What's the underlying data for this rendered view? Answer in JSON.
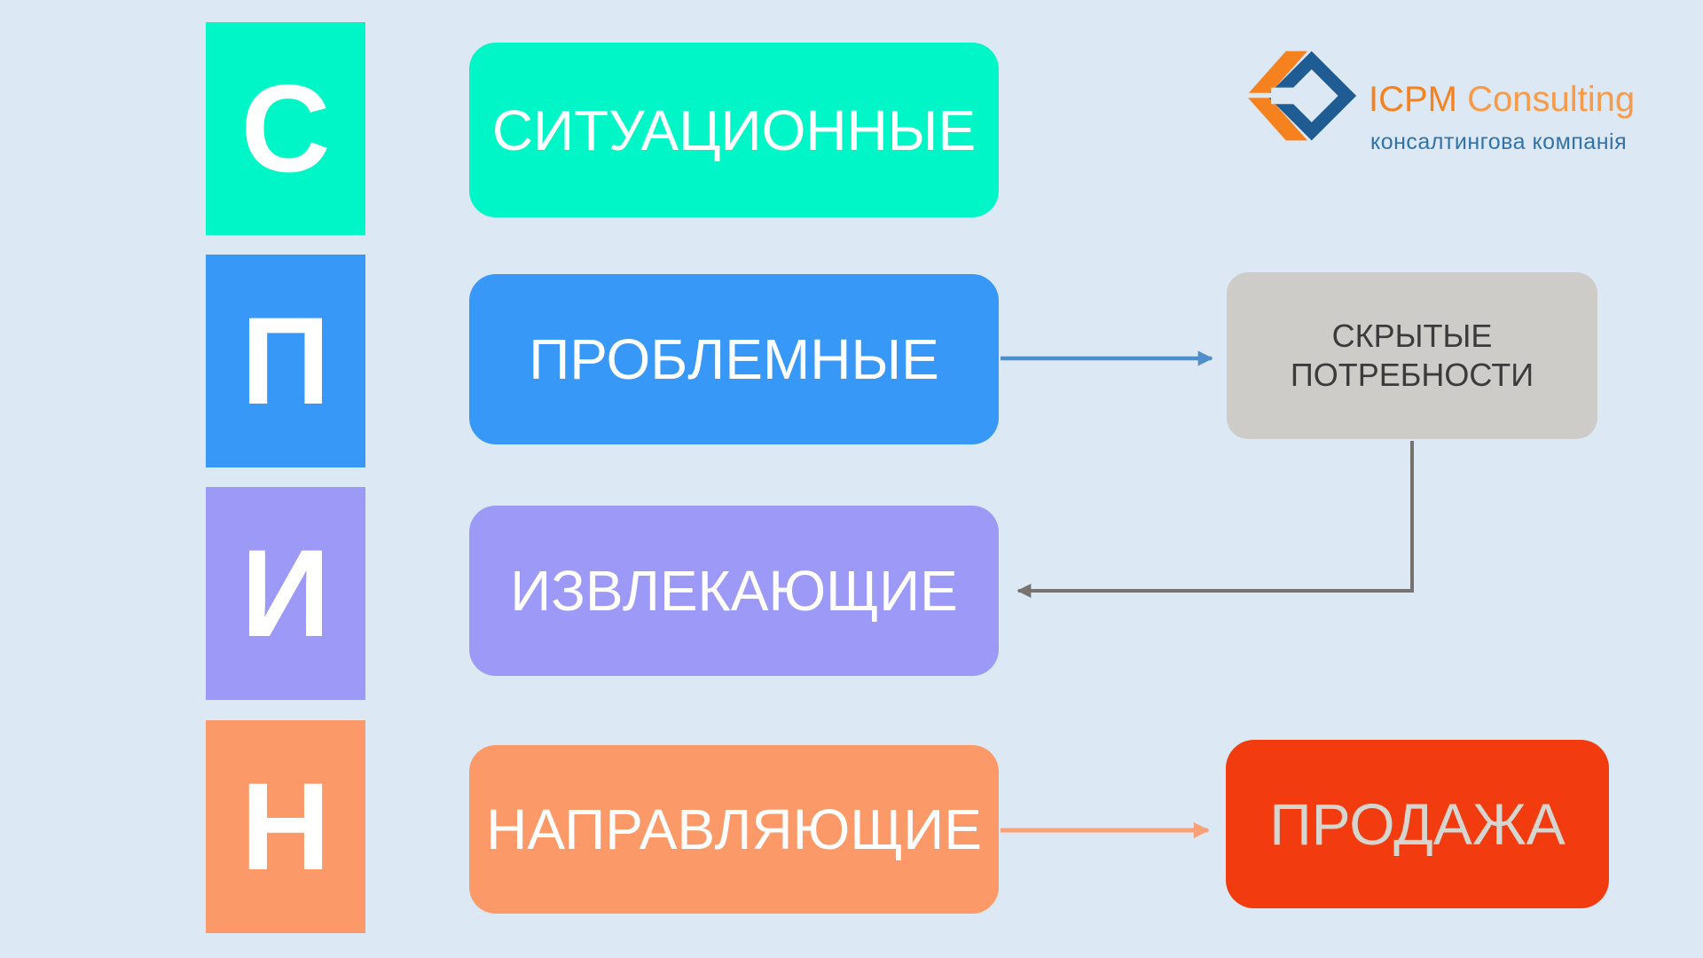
{
  "slide": {
    "background_color": "#dce8f3",
    "rows": [
      {
        "letter": "С",
        "label": "СИТУАЦИОННЫЕ",
        "color": "#00f6c6"
      },
      {
        "letter": "П",
        "label": "ПРОБЛЕМНЫЕ",
        "color": "#3898f8"
      },
      {
        "letter": "И",
        "label": "ИЗВЛЕКАЮЩИЕ",
        "color": "#9c99f7"
      },
      {
        "letter": "Н",
        "label": "НАПРАВЛЯЮЩИЕ",
        "color": "#fb9a68"
      }
    ],
    "hidden_needs_box": {
      "line1": "СКРЫТЫЕ",
      "line2": "ПОТРЕБНОСТИ",
      "color": "#cdccc9",
      "text_color": "#3b3b3b"
    },
    "sale_box": {
      "label": "ПРОДАЖА",
      "color": "#f23c0f",
      "text_color": "#d6d5d0"
    },
    "arrows": {
      "problem_to_hidden_color": "#4f8fcb",
      "hidden_to_implication_color": "#76726f",
      "guiding_to_sale_color": "#f9a077"
    },
    "logo": {
      "brand": "ICPM",
      "brand_suffix": "Consulting",
      "tagline": "консалтингова компанія",
      "brand_color": "#f5821f",
      "suffix_color": "#f79b4a",
      "tagline_color": "#3173a9",
      "icon_orange": "#f5821f",
      "icon_blue": "#1f5c94"
    }
  }
}
